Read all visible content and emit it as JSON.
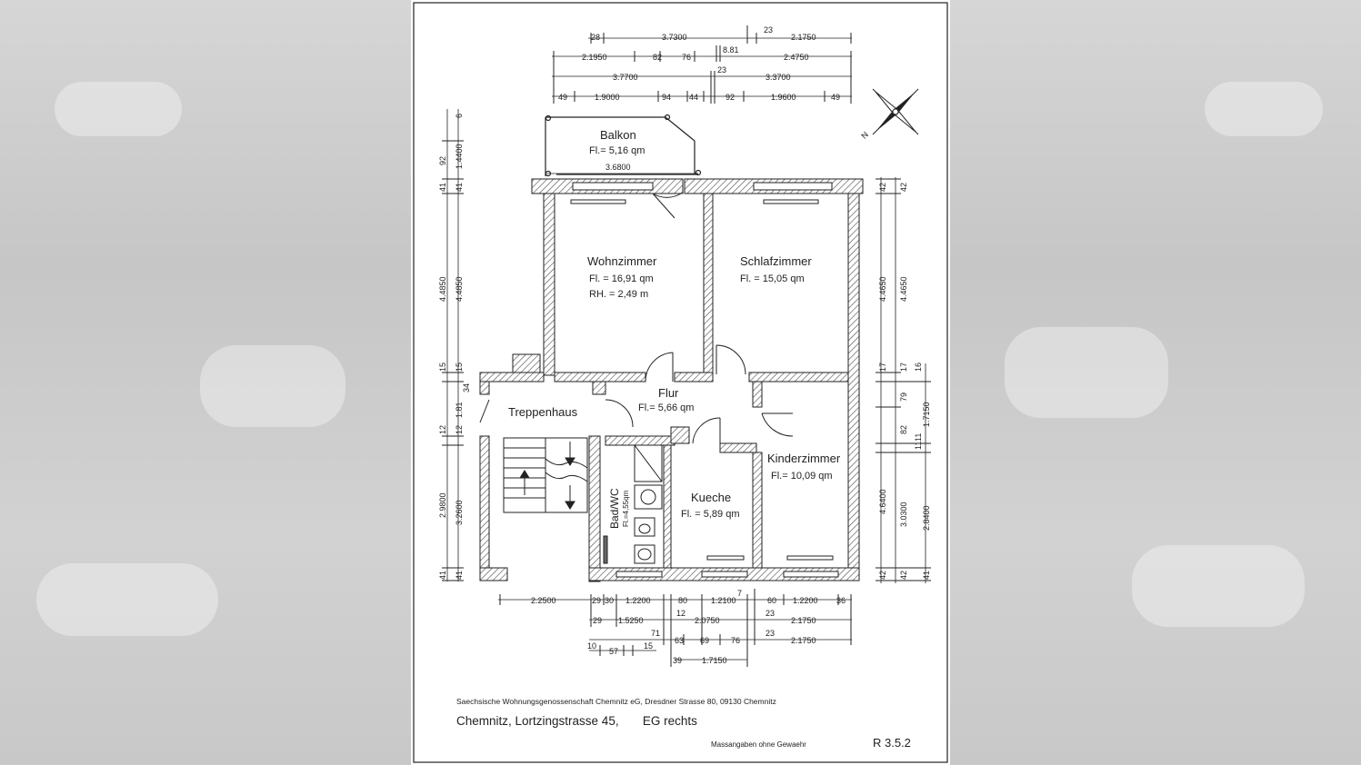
{
  "rooms": {
    "balkon": {
      "name": "Balkon",
      "area": "Fl.= 5,16 qm"
    },
    "wohnzimmer": {
      "name": "Wohnzimmer",
      "area": "Fl. = 16,91 qm",
      "height": "RH. = 2,49 m"
    },
    "schlafzimmer": {
      "name": "Schlafzimmer",
      "area": "Fl. = 15,05 qm"
    },
    "flur": {
      "name": "Flur",
      "area": "Fl.= 5,66 qm"
    },
    "treppenhaus": {
      "name": "Treppenhaus"
    },
    "kinderzimmer": {
      "name": "Kinderzimmer",
      "area": "Fl.= 10,09 qm"
    },
    "kueche": {
      "name": "Kueche",
      "area": "Fl. = 5,89 qm"
    },
    "bad": {
      "name": "Bad/WC",
      "area": "Fl.=4,55qm"
    }
  },
  "dims_top": {
    "row1": [
      "28",
      "3.7300",
      "23",
      "2.1750"
    ],
    "row2": [
      "2.1950",
      "82",
      "76",
      "8.81",
      "2.4750"
    ],
    "row3": [
      "3.7700",
      "23",
      "3.3700"
    ],
    "row4": [
      "49",
      "1.9000",
      "94",
      "44",
      "92",
      "1.9600",
      "49"
    ]
  },
  "balkon_dim": "3.6800",
  "dims_left_outer": [
    "6",
    "1.4400",
    "41",
    "4.4850",
    "15",
    "1.81",
    "12",
    "3.2600",
    "41"
  ],
  "dims_left_inner": [
    "92",
    "41",
    "4.4850",
    "15",
    "34",
    "12",
    "2.9800",
    "41"
  ],
  "dims_right_inner": [
    "42",
    "4.4650",
    "17",
    "79",
    "82",
    "11",
    "3.0300",
    "42"
  ],
  "dims_right_outer": [
    "42",
    "4.4650",
    "17",
    "4.6400",
    "42"
  ],
  "dims_right_far": [
    "16",
    "1.7150",
    "11",
    "2.8400",
    "41"
  ],
  "dims_bottom": {
    "row1": [
      "2.2500",
      "29",
      "30",
      "1.2200",
      "80",
      "1.2100",
      "7",
      "60",
      "1.2200",
      "36"
    ],
    "row2": [
      "29",
      "1.5250",
      "12",
      "2.0750",
      "23",
      "2.1750"
    ],
    "row3": [
      "71",
      "63",
      "69",
      "76",
      "23",
      "2.1750"
    ],
    "row4": [
      "10",
      "57",
      "15"
    ],
    "row5": [
      "39",
      "1.7150"
    ]
  },
  "compass": {
    "north": "N"
  },
  "footer": {
    "company": "Saechsische Wohnungsgenossenschaft Chemnitz eG, Dresdner Strasse 80,   09130 Chemnitz",
    "address": "Chemnitz, Lortzingstrasse 45,       EG rechts",
    "disclaimer": "Massangaben ohne Gewaehr",
    "ref": "R 3.5.2"
  },
  "colors": {
    "line": "#222222",
    "background": "#ffffff",
    "hatch": "#555555"
  }
}
